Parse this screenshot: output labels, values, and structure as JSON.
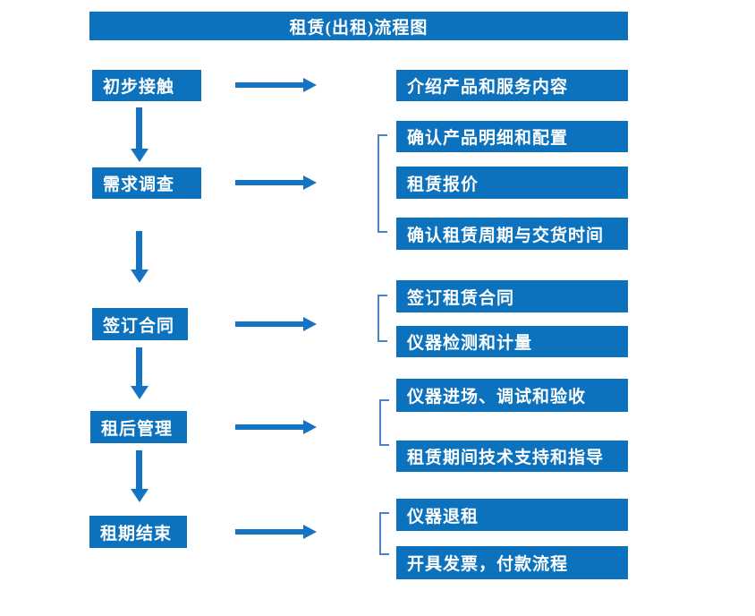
{
  "title": {
    "text": "租赁(出租)流程图"
  },
  "colors": {
    "primary_blue": "#0d72bd",
    "arrow_blue": "#1573c4",
    "bracket_blue": "#4d82c4",
    "text_white": "#ffffff",
    "background": "#ffffff"
  },
  "flow": {
    "steps": [
      {
        "label": "初步接触",
        "details": [
          "介绍产品和服务内容"
        ]
      },
      {
        "label": "需求调查",
        "details": [
          "确认产品明细和配置",
          "租赁报价",
          "确认租赁周期与交货时间"
        ]
      },
      {
        "label": "签订合同",
        "details": [
          "签订租赁合同",
          "仪器检测和计量"
        ]
      },
      {
        "label": "租后管理",
        "details": [
          "仪器进场、调试和验收",
          "租赁期间技术支持和指导"
        ]
      },
      {
        "label": "租期结束",
        "details": [
          "仪器退租",
          "开具发票，付款流程"
        ]
      }
    ]
  }
}
